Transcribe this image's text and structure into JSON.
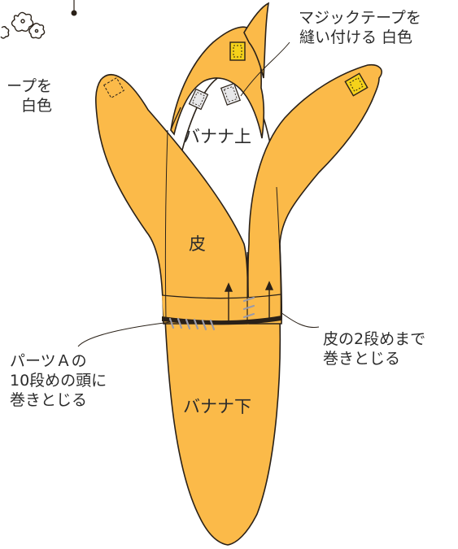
{
  "colors": {
    "peel_fill": "#FBBA49",
    "outline": "#2a2118",
    "patch_white": "#e8e8ea",
    "patch_yellow": "#f5d21a",
    "stitch_grey": "#9a9aa8"
  },
  "labels": {
    "velcro_line1": "マジックテープを",
    "velcro_line2": "縫い付ける 白色",
    "left_cut_line1": "ープを",
    "left_cut_line2": "白色",
    "banana_top": "バナナ上",
    "peel": "皮",
    "right_note_line1": "皮の2段めまで",
    "right_note_line2": "巻きとじる",
    "left_note_line1": "パーツＡの",
    "left_note_line2": "10段めの頭に",
    "left_note_line3": "巻きとじる",
    "banana_bottom": "バナナ下"
  }
}
